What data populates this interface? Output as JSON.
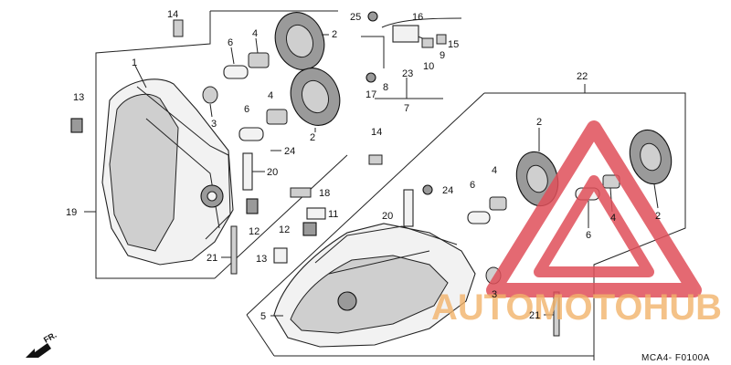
{
  "diagram": {
    "code": "MCA4- F0100A",
    "direction_label": "FR.",
    "callouts": [
      {
        "id": "c14a",
        "text": "14"
      },
      {
        "id": "c6a",
        "text": "6"
      },
      {
        "id": "c4a",
        "text": "4"
      },
      {
        "id": "c2a",
        "text": "2"
      },
      {
        "id": "c1",
        "text": "1"
      },
      {
        "id": "c3a",
        "text": "3"
      },
      {
        "id": "c6b",
        "text": "6"
      },
      {
        "id": "c4b",
        "text": "4"
      },
      {
        "id": "c2b",
        "text": "2"
      },
      {
        "id": "c24a",
        "text": "24"
      },
      {
        "id": "c20a",
        "text": "20"
      },
      {
        "id": "c13a",
        "text": "13"
      },
      {
        "id": "c19",
        "text": "19"
      },
      {
        "id": "c21a",
        "text": "21"
      },
      {
        "id": "c25",
        "text": "25"
      },
      {
        "id": "c16",
        "text": "16"
      },
      {
        "id": "c23",
        "text": "23"
      },
      {
        "id": "c10",
        "text": "10"
      },
      {
        "id": "c9",
        "text": "9"
      },
      {
        "id": "c15",
        "text": "15"
      },
      {
        "id": "c17",
        "text": "17"
      },
      {
        "id": "c8",
        "text": "8"
      },
      {
        "id": "c7",
        "text": "7"
      },
      {
        "id": "c18",
        "text": "18"
      },
      {
        "id": "c11",
        "text": "11"
      },
      {
        "id": "c12a",
        "text": "12"
      },
      {
        "id": "c12b",
        "text": "12"
      },
      {
        "id": "c13b",
        "text": "13"
      },
      {
        "id": "c22",
        "text": "22"
      },
      {
        "id": "c14b",
        "text": "14"
      },
      {
        "id": "c24b",
        "text": "24"
      },
      {
        "id": "c20b",
        "text": "20"
      },
      {
        "id": "c6c",
        "text": "6"
      },
      {
        "id": "c4c",
        "text": "4"
      },
      {
        "id": "c2c",
        "text": "2"
      },
      {
        "id": "c6d",
        "text": "6"
      },
      {
        "id": "c4d",
        "text": "4"
      },
      {
        "id": "c2d",
        "text": "2"
      },
      {
        "id": "c3b",
        "text": "3"
      },
      {
        "id": "c5",
        "text": "5"
      },
      {
        "id": "c21b",
        "text": "21"
      }
    ]
  },
  "watermark": {
    "text": "AUTOMOTOHUB",
    "accent_color": "#e0505a",
    "secondary_color": "#f2b36b",
    "text_color": "#555555"
  }
}
